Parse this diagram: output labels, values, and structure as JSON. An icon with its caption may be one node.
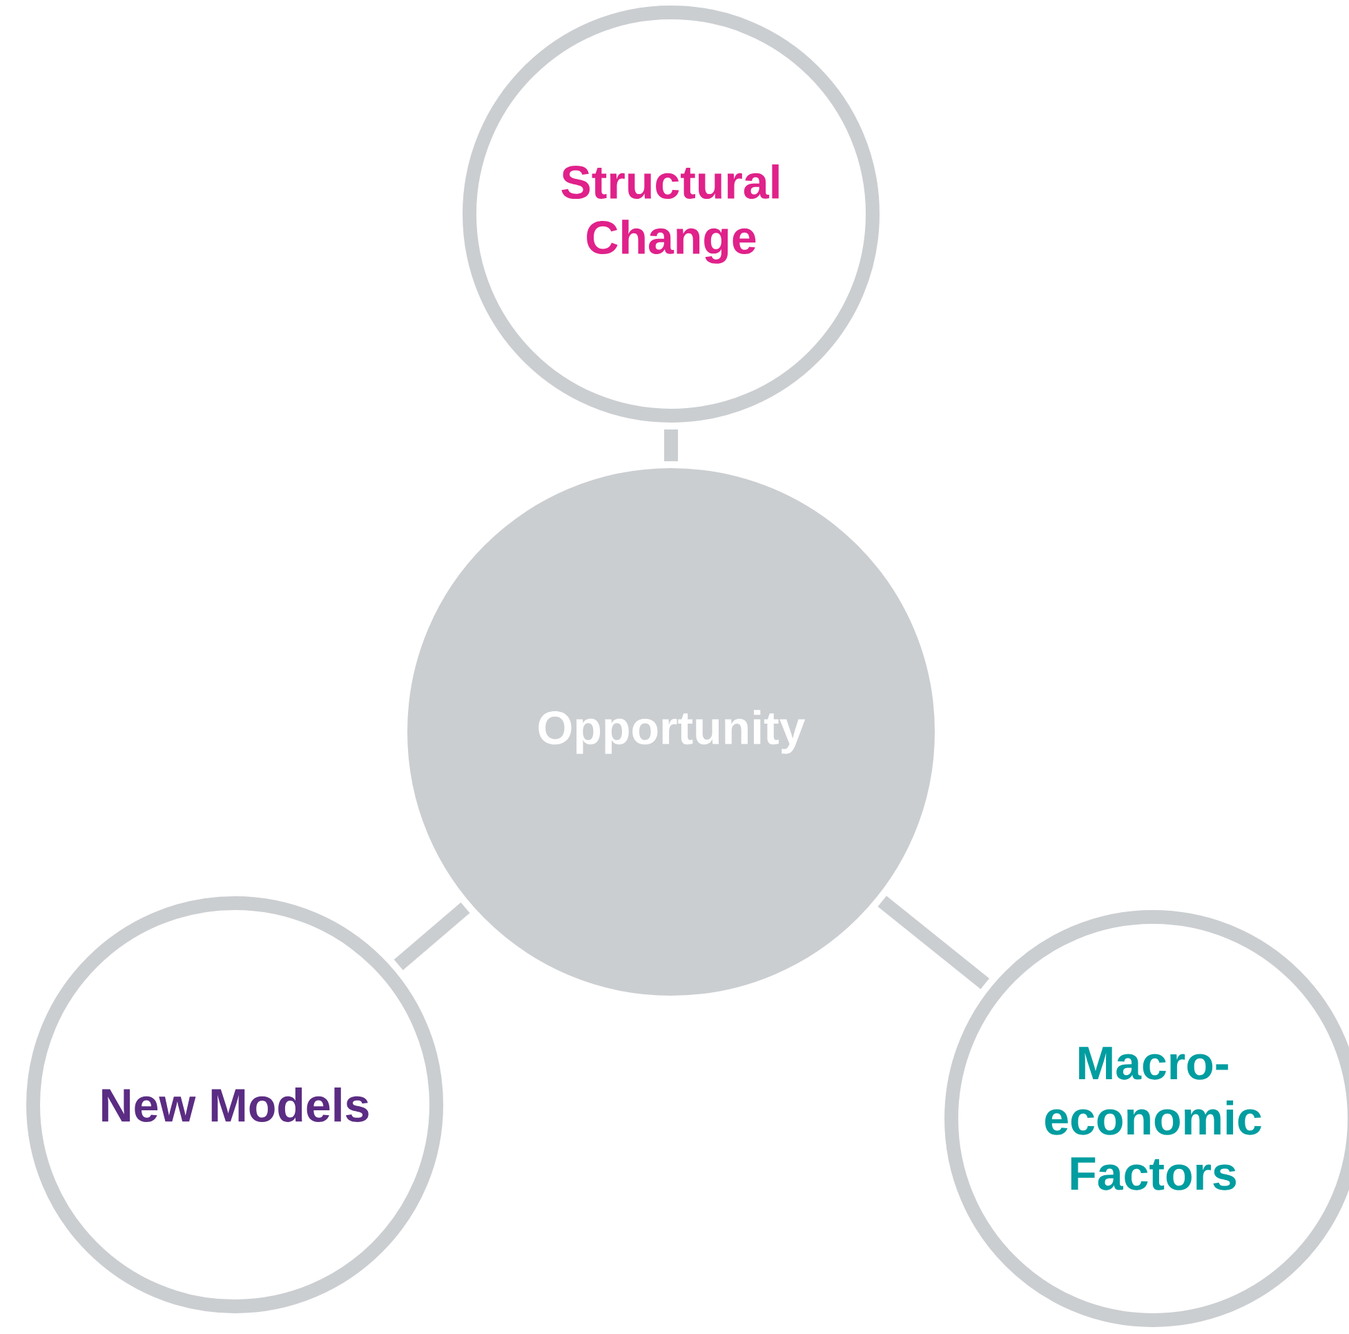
{
  "diagram": {
    "nodes": [
      {
        "text": [
          "Structural Change"
        ]
      },
      {
        "text": [
          "Opportunity"
        ]
      },
      {
        "text": [
          "New Models"
        ]
      },
      {
        "text": [
          "Macro- economic Factors"
        ]
      }
    ],
    "edges": [
      {
        "from": 1,
        "to": 0,
        "arrow": "none"
      },
      {
        "from": 1,
        "to": 2,
        "arrow": "none"
      },
      {
        "from": 1,
        "to": 3,
        "arrow": "none"
      }
    ]
  }
}
